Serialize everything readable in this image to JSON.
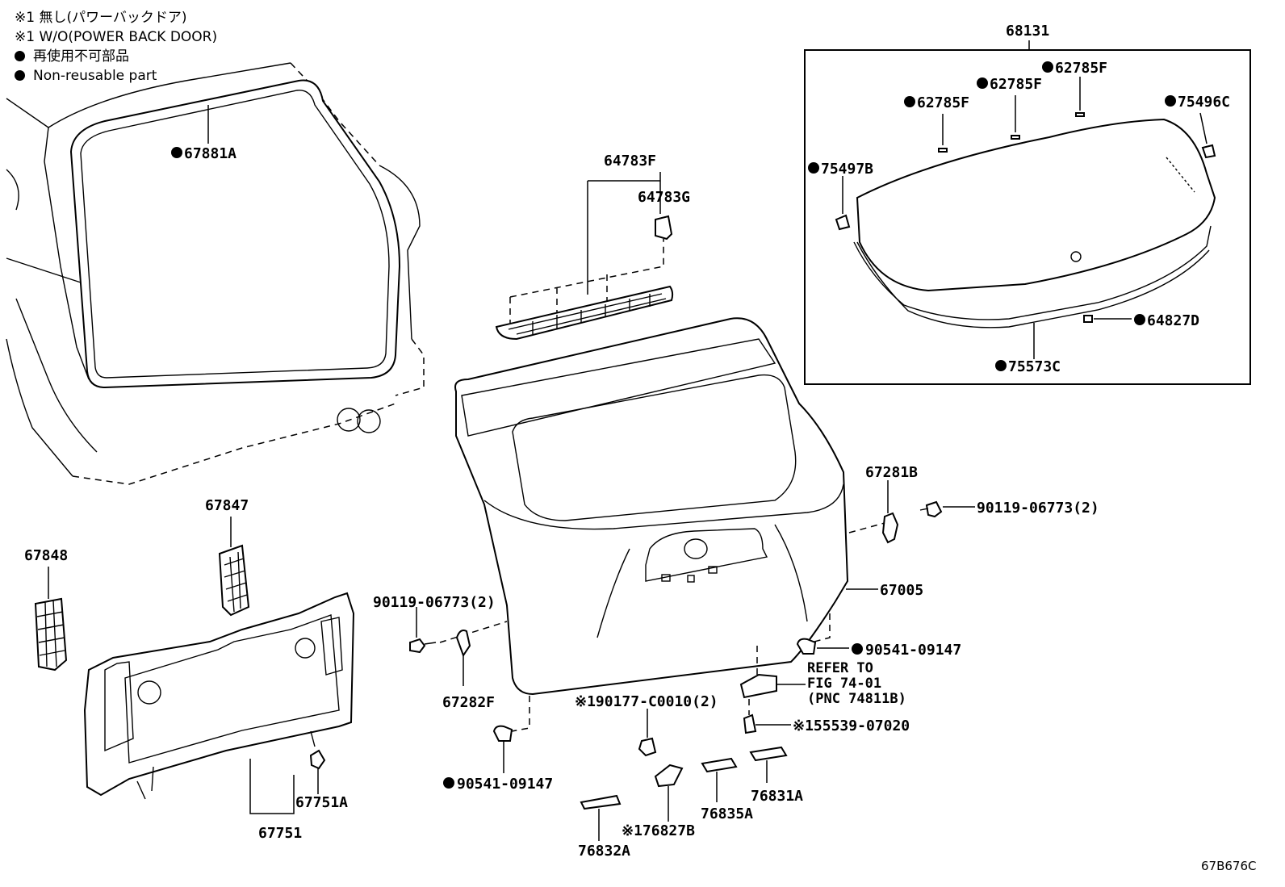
{
  "legend": {
    "note_jp": "※1 無し(パワーバックドア)",
    "note_en": "※1 W/O(POWER BACK DOOR)",
    "nonreuse_jp": "再使用不可部品",
    "nonreuse_en": "Non-reusable part"
  },
  "figure_code": "67B676C",
  "labels": {
    "p67881A": "67881A",
    "p64783F": "64783F",
    "p64783G": "64783G",
    "p68131": "68131",
    "p62785F_a": "62785F",
    "p62785F_b": "62785F",
    "p62785F_c": "62785F",
    "p75496C": "75496C",
    "p75497B": "75497B",
    "p64827D": "64827D",
    "p75573C": "75573C",
    "p67281B": "67281B",
    "p90119_r": "90119-06773(2)",
    "p67005": "67005",
    "p90541_r": "90541-09147",
    "refer_1": "REFER TO",
    "refer_2": "FIG 74-01",
    "refer_3": "(PNC 74811B)",
    "p155539": "※155539-07020",
    "p190177": "※190177-C0010(2)",
    "p76831A": "76831A",
    "p76835A": "76835A",
    "p176827B": "※176827B",
    "p76832A": "76832A",
    "p90119_l": "90119-06773(2)",
    "p67282F": "67282F",
    "p90541_l": "90541-09147",
    "p67847": "67847",
    "p67848": "67848",
    "p67751A": "67751A",
    "p67751": "67751"
  }
}
